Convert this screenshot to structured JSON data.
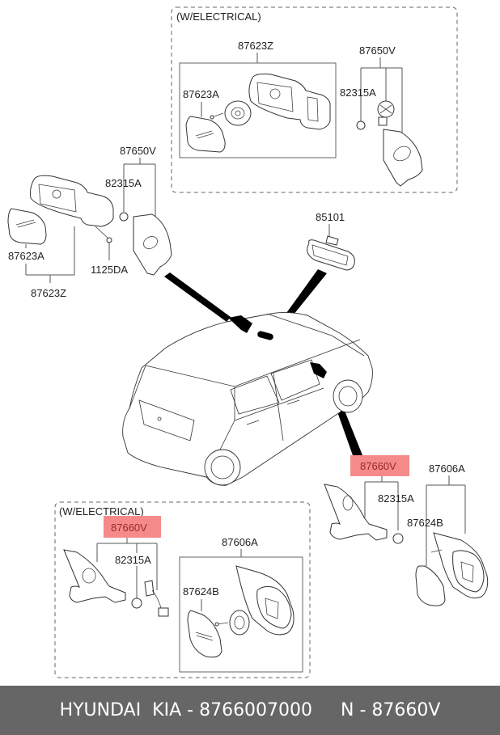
{
  "diagram": {
    "title": "Door Mirror Assembly Parts Diagram",
    "groups": {
      "top_electrical": {
        "caption": "(W/ELECTRICAL)",
        "labels": {
          "assembly": "87623Z",
          "glass": "87623A",
          "cover": "87650V",
          "clip": "82315A"
        }
      },
      "left_manual": {
        "labels": {
          "cover": "87650V",
          "clip": "82315A",
          "glass": "87623A",
          "screw": "1125DA",
          "assembly": "87623Z"
        }
      },
      "rearview": {
        "labels": {
          "inside_mirror": "85101"
        }
      },
      "bottom_right": {
        "labels": {
          "cover_highlighted": "87660V",
          "clip": "82315A",
          "assembly": "87606A",
          "glass": "87624B"
        }
      },
      "bottom_electrical": {
        "caption": "(W/ELECTRICAL)",
        "labels": {
          "cover_highlighted": "87660V",
          "clip": "82315A",
          "assembly": "87606A",
          "glass": "87624B"
        }
      }
    },
    "highlight_color": "#f58a8a"
  },
  "footer": {
    "text": "HYUNDAI  KIA - 8766007000     N - 87660V",
    "brand": "HYUNDAI  KIA",
    "oem_number": "8766007000",
    "part_number": "87660V",
    "background": "#666666"
  }
}
